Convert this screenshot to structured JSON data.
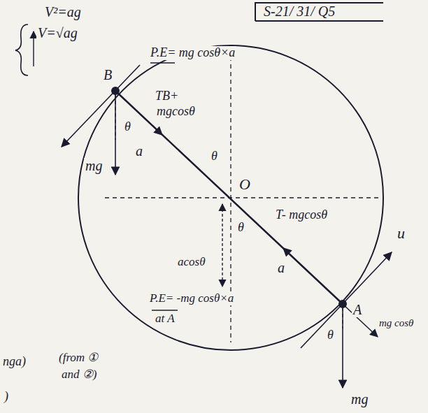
{
  "diagram": {
    "labels": [
      "S-21/ 31/ Q5",
      "V²=ag",
      "V=√ag",
      "B",
      "P.E= mg cosθ×a",
      "θ",
      "TB+",
      "mgcosθ",
      "mg",
      "a",
      "θ",
      "O",
      "θ",
      "T- mgcosθ",
      "a",
      "acosθ",
      "P.E= -mg cosθ×a",
      "at A",
      "u",
      "A",
      "θ",
      "mg cosθ",
      "mg",
      "nga)",
      "(from ①",
      "and ②)",
      ")"
    ]
  }
}
